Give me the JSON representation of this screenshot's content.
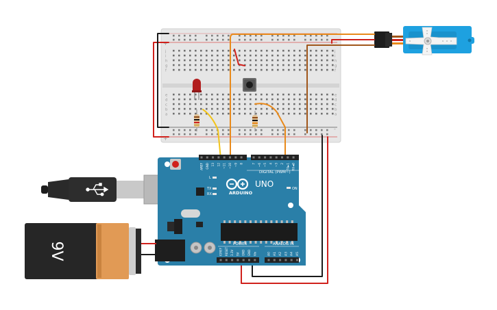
{
  "arduino": {
    "brand": "ARDUINO",
    "model": "UNO",
    "digital_label": "DIGITAL (PWM~)",
    "power_label": "POWER",
    "analog_label": "ANALOG IN",
    "on_label": "ON",
    "tx_label": "TX",
    "rx_label": "RX",
    "l_label": "L",
    "aref_label": "AREF",
    "gnd_label": "GND",
    "digital_pins": [
      "13",
      "12",
      "~11",
      "~10",
      "~9",
      "8",
      "7",
      "~6",
      "~5",
      "4",
      "~3",
      "2",
      "TX►1",
      "RX◄0"
    ],
    "power_pins": [
      "IOREF",
      "RESET",
      "3.3V",
      "5V",
      "GND",
      "GND",
      "Vin"
    ],
    "analog_pins": [
      "A0",
      "A1",
      "A2",
      "A3",
      "A4",
      "A5"
    ]
  },
  "battery": {
    "label": "9V"
  },
  "breadboard": {
    "row_letters_top": [
      "j",
      "i",
      "h",
      "g",
      "f"
    ],
    "row_letters_bottom": [
      "e",
      "d",
      "c",
      "b",
      "a"
    ],
    "plus": "+",
    "minus": "-",
    "col_count": 30
  },
  "colors": {
    "board": "#2a7fa8",
    "board_dark": "#1f6a8f",
    "wire_red": "#d0201b",
    "wire_black": "#1a1a1a",
    "wire_orange": "#e8891a",
    "wire_yellow": "#f2c41c",
    "wire_brown": "#a0561a",
    "servo": "#1ea1e0",
    "led": "#b21e1e",
    "battery_orange": "#e19a55"
  }
}
